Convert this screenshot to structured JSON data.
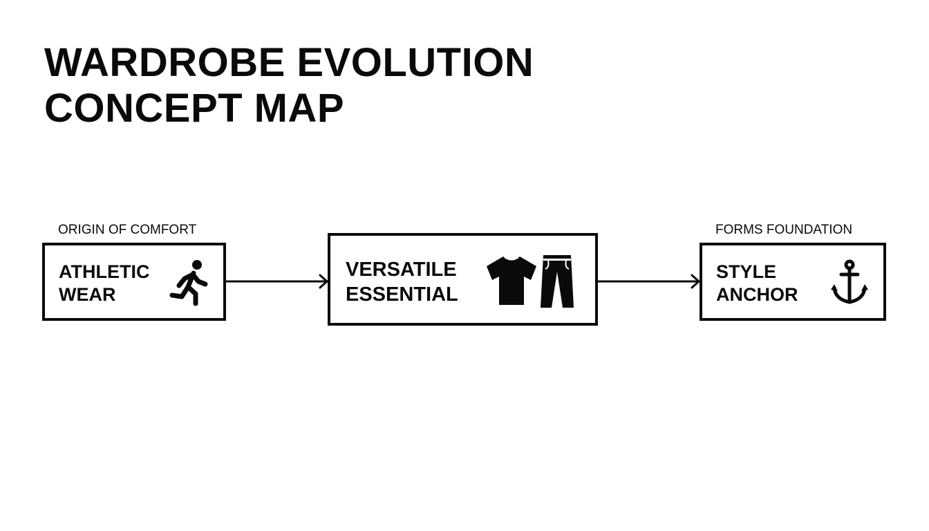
{
  "title": {
    "line1": "WARDROBE EVOLUTION",
    "line2": "CONCEPT MAP"
  },
  "nodes": [
    {
      "caption": "ORIGIN OF COMFORT",
      "line1": "ATHLETIC",
      "line2": "WEAR",
      "icon": "running-person-icon"
    },
    {
      "caption": "",
      "line1": "VERSATILE",
      "line2": "ESSENTIAL",
      "icons": [
        "t-shirt-icon",
        "pants-icon"
      ]
    },
    {
      "caption": "FORMS FOUNDATION",
      "line1": "STYLE",
      "line2": "ANCHOR",
      "icon": "anchor-icon"
    }
  ],
  "colors": {
    "ink": "#0a0a0a",
    "background": "#ffffff"
  }
}
